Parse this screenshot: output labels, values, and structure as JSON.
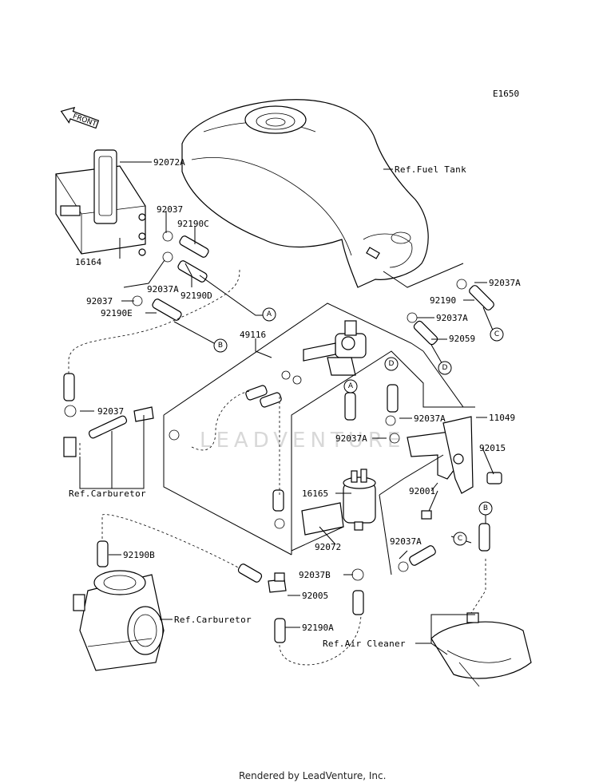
{
  "diagram_code": "E1650",
  "front_label": "FRONT",
  "watermark": "LEADVENTURE",
  "footer": "Rendered by LeadVenture, Inc.",
  "parts": {
    "p92072A": "92072A",
    "p92037_a": "92037",
    "p92190C": "92190C",
    "p16164": "16164",
    "p92037A_a": "92037A",
    "p92190D": "92190D",
    "p92037_b": "92037",
    "p92190E": "92190E",
    "p49116": "49116",
    "p92037_c": "92037",
    "p92190": "92190",
    "p92037A_b": "92037A",
    "p92037A_c": "92037A",
    "p92059": "92059",
    "p11049": "11049",
    "p92037A_d": "92037A",
    "p92037A_e": "92037A",
    "p92015": "92015",
    "p92001": "92001",
    "p16165": "16165",
    "p92072": "92072",
    "p92037A_f": "92037A",
    "p92037B": "92037B",
    "p92190B": "92190B",
    "p92005": "92005",
    "p92190A": "92190A"
  },
  "refs": {
    "fuel_tank": "Ref.Fuel Tank",
    "carburetor_1": "Ref.Carburetor",
    "carburetor_2": "Ref.Carburetor",
    "air_cleaner": "Ref.Air Cleaner"
  },
  "connectors": [
    "A",
    "B",
    "C",
    "D"
  ]
}
